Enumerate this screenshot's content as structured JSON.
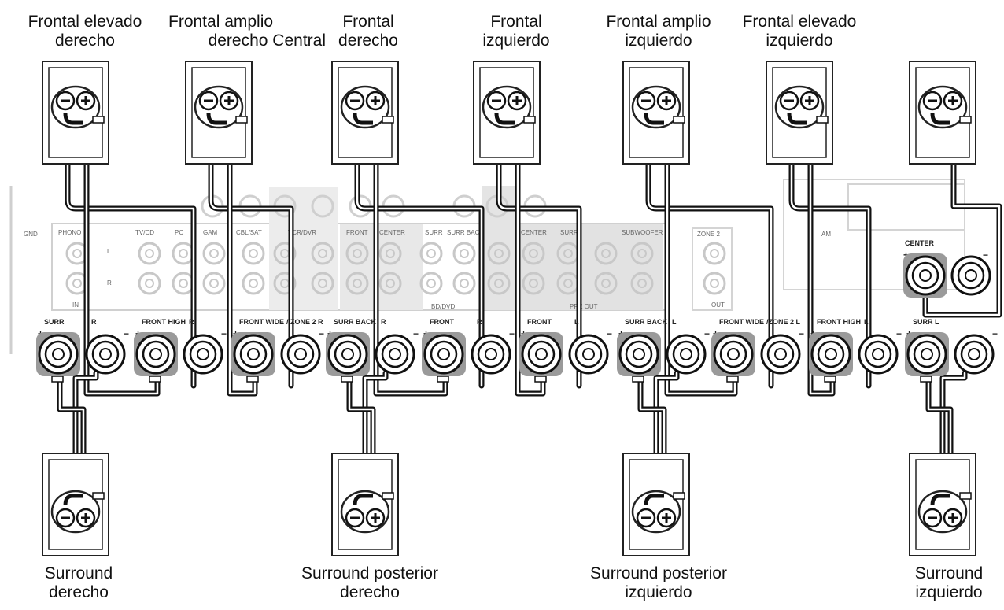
{
  "top_captions": [
    {
      "lines": [
        "Frontal elevado",
        "derecho"
      ]
    },
    {
      "lines": [
        "Frontal amplio",
        "derecho Central"
      ]
    },
    {
      "lines": [
        "Frontal",
        "derecho"
      ]
    },
    {
      "lines": [
        "Frontal",
        "izquierdo"
      ]
    },
    {
      "lines": [
        "Frontal amplio",
        "izquierdo"
      ]
    },
    {
      "lines": [
        "Frontal elevado",
        "izquierdo"
      ]
    }
  ],
  "bottom_captions": [
    {
      "lines": [
        "Surround",
        "derecho"
      ]
    },
    {
      "lines": [
        "Surround posterior",
        "derecho"
      ]
    },
    {
      "lines": [
        "Surround posterior",
        "izquierdo"
      ]
    },
    {
      "lines": [
        "Surround",
        "izquierdo"
      ]
    }
  ],
  "panel_labels": {
    "phono": "PHONO",
    "tvcd": "TV/CD",
    "pc": "PC",
    "game": "GAM",
    "cblsat": "CBL/SAT",
    "vcrdvr": "VCR/DVR",
    "front": "FRONT",
    "center": "CENTER",
    "surr": "SURR",
    "surrback": "SURR BACK",
    "bddvd": "BD/DVD",
    "preout": "PRE OUT",
    "subwoofer": "SUBWOOFER",
    "zone2": "ZONE 2",
    "am": "AM",
    "gnd": "GND",
    "in": "IN",
    "out": "OUT",
    "l": "L",
    "r": "R"
  },
  "terminal_labels": [
    {
      "a": "SURR",
      "b": "R"
    },
    {
      "a": "FRONT HIGH",
      "b": "R"
    },
    {
      "a": "FRONT WIDE",
      "b": "/ ZONE 2 R"
    },
    {
      "a": "SURR BACK",
      "b": "R"
    },
    {
      "a": "FRONT",
      "b": "R"
    },
    {
      "a": "FRONT",
      "b": "L"
    },
    {
      "a": "SURR BACK",
      "b": "L"
    },
    {
      "a": "FRONT WIDE",
      "b": "/ZONE 2 L"
    },
    {
      "a": "FRONT HIGH",
      "b": "L"
    },
    {
      "a": "SURR L",
      "b": ""
    }
  ],
  "center_terminal_label": "CENTER",
  "signs": {
    "plus": "+",
    "minus": "−"
  }
}
